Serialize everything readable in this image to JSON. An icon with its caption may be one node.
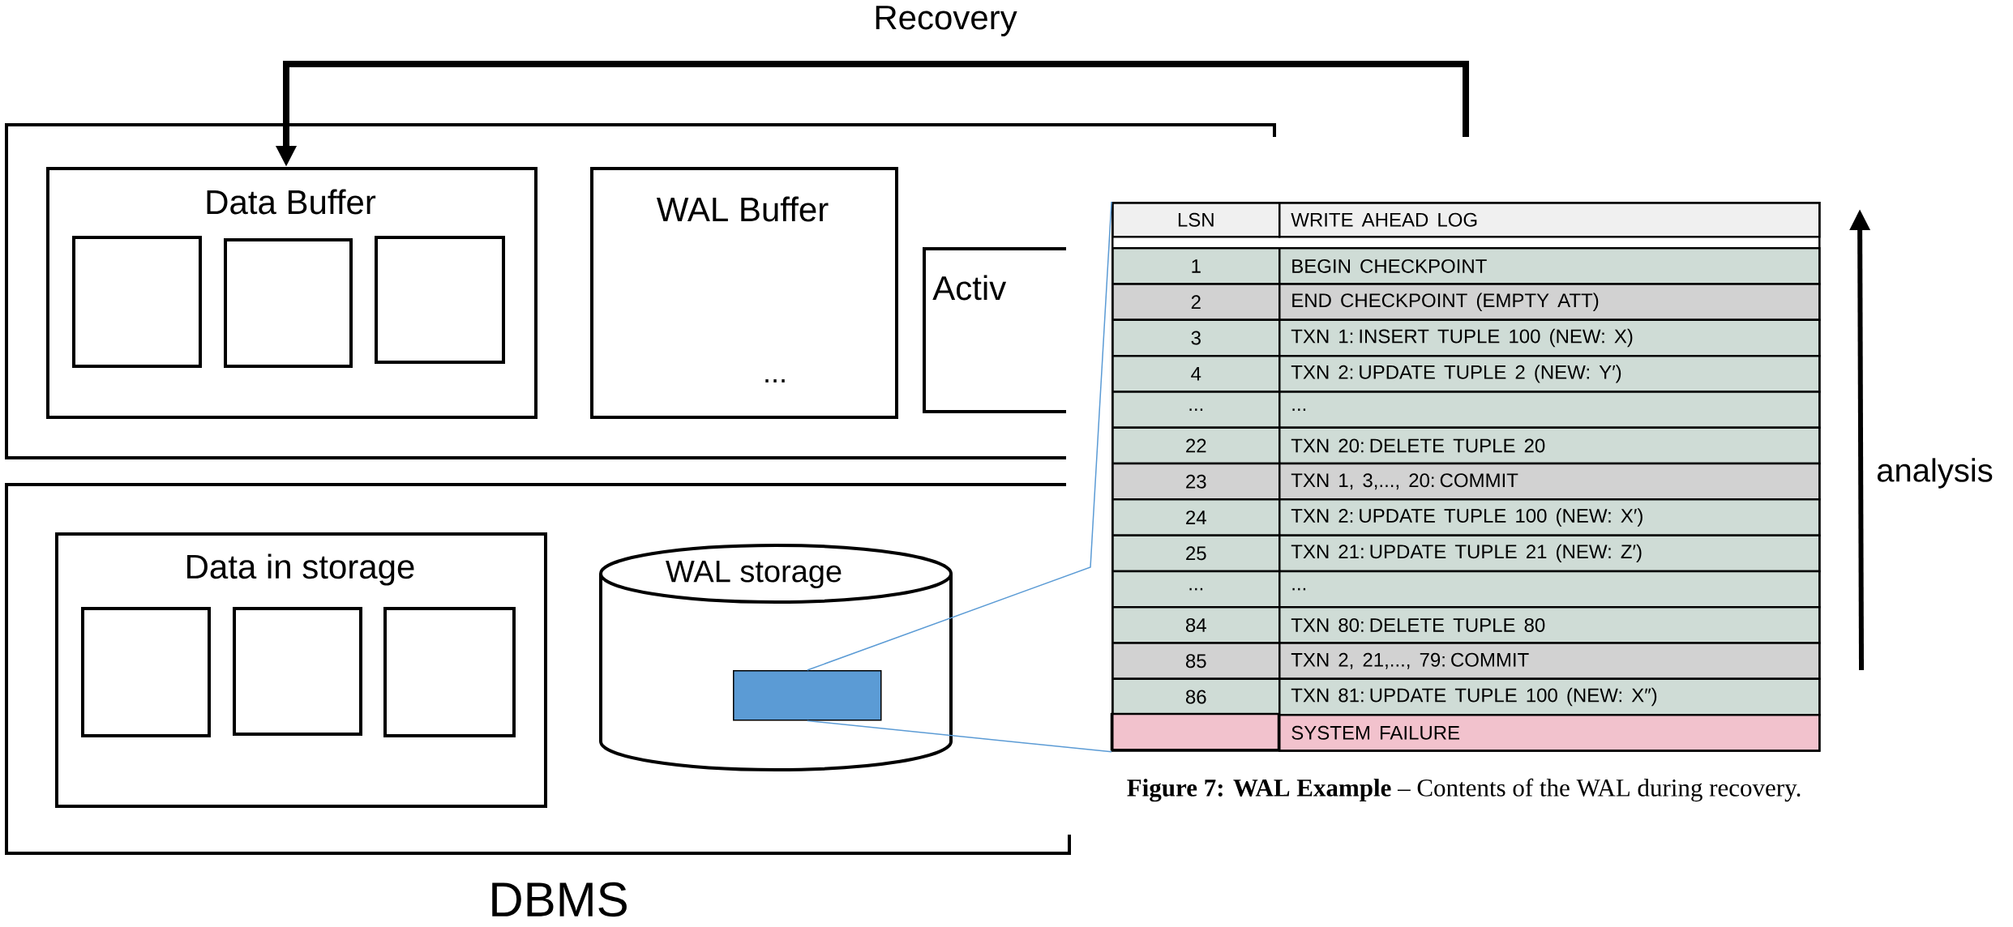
{
  "diagram": {
    "nodes": [
      {
        "text": [],
        "shape": "box"
      },
      {
        "text": [
          "Data Buffer"
        ],
        "in": 0
      },
      {
        "text": [],
        "shape": "box",
        "in": 1
      },
      {
        "text": [],
        "shape": "box",
        "in": 1
      },
      {
        "text": [],
        "shape": "box",
        "in": 1
      },
      {
        "text": [
          "WAL Buffer",
          "..."
        ],
        "in": 0
      },
      {
        "text": [
          "Activ"
        ],
        "in": 0
      },
      {
        "text": [],
        "shape": "box"
      },
      {
        "text": [
          "Data in storage"
        ],
        "in": 7
      },
      {
        "text": [],
        "shape": "box",
        "in": 8
      },
      {
        "text": [],
        "shape": "box",
        "in": 8
      },
      {
        "text": [],
        "shape": "box",
        "in": 8
      },
      {
        "text": [
          "WAL storage"
        ],
        "in": 7
      },
      {
        "text": [],
        "shape": "box",
        "in": 12
      },
      {
        "text": [],
        "shape": "box"
      }
    ],
    "edges": [
      {
        "from": null,
        "to": 1,
        "arrow": "to",
        "label": "Recovery",
        "style": "thick",
        "color": "#000000"
      },
      {
        "from": 13,
        "to": 14,
        "arrow": "none",
        "color": "#5b9bd5"
      },
      {
        "from": 13,
        "to": 14,
        "arrow": "none",
        "color": "#5b9bd5"
      }
    ],
    "labels": [
      "LSN",
      "WRITE AHEAD LOG",
      "1",
      "BEGIN CHECKPOINT",
      "2",
      "END CHECKPOINT (EMPTY ATT)",
      "3",
      "TXN 1: INSERT TUPLE 100 (NEW: X)",
      "4",
      "TXN 2: UPDATE TUPLE 2 (NEW: Y′)",
      "...",
      "...",
      "22",
      "TXN 20: DELETE TUPLE 20",
      "23",
      "TXN 1, 3,..., 20: COMMIT",
      "24",
      "TXN 2: UPDATE TUPLE 100 (NEW: X′)",
      "25",
      "TXN 21: UPDATE TUPLE 21 (NEW: Z′)",
      "...",
      "...",
      "84",
      "TXN 80: DELETE TUPLE 80",
      "85",
      "TXN 2, 21,..., 79: COMMIT",
      "86",
      "TXN 81: UPDATE TUPLE 100 (NEW: X″)",
      "SYSTEM FAILURE",
      "analysis",
      "**Figure 7: WAL Example** – Contents of the WAL during recovery.",
      "DBMS"
    ]
  }
}
